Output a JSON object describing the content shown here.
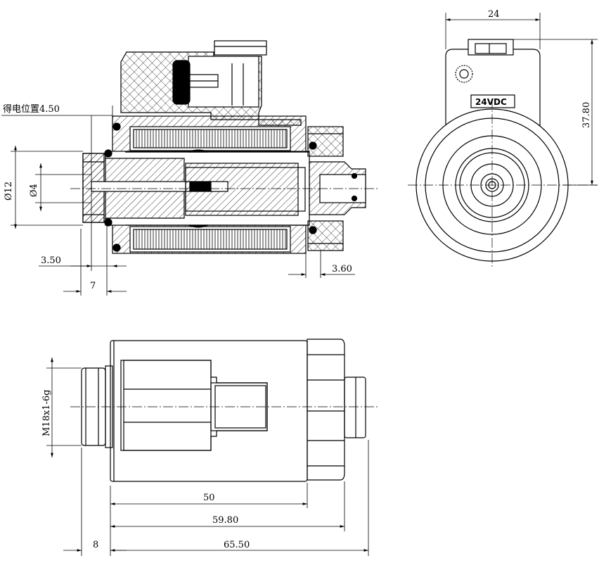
{
  "drawing": {
    "side_view": {
      "energized_position_label": "得电位置4.50",
      "dia_12": "Ø12",
      "dia_4": "Ø4",
      "dim_3_50": "3.50",
      "dim_3_60": "3.60",
      "dim_7": "7"
    },
    "end_view": {
      "width_24": "24",
      "height_37_80": "37.80",
      "voltage_label": "24VDC"
    },
    "bottom_view": {
      "thread_label": "M18x1-6g",
      "dim_50": "50",
      "dim_59_80": "59.80",
      "dim_8": "8",
      "dim_65_50": "65.50"
    }
  }
}
